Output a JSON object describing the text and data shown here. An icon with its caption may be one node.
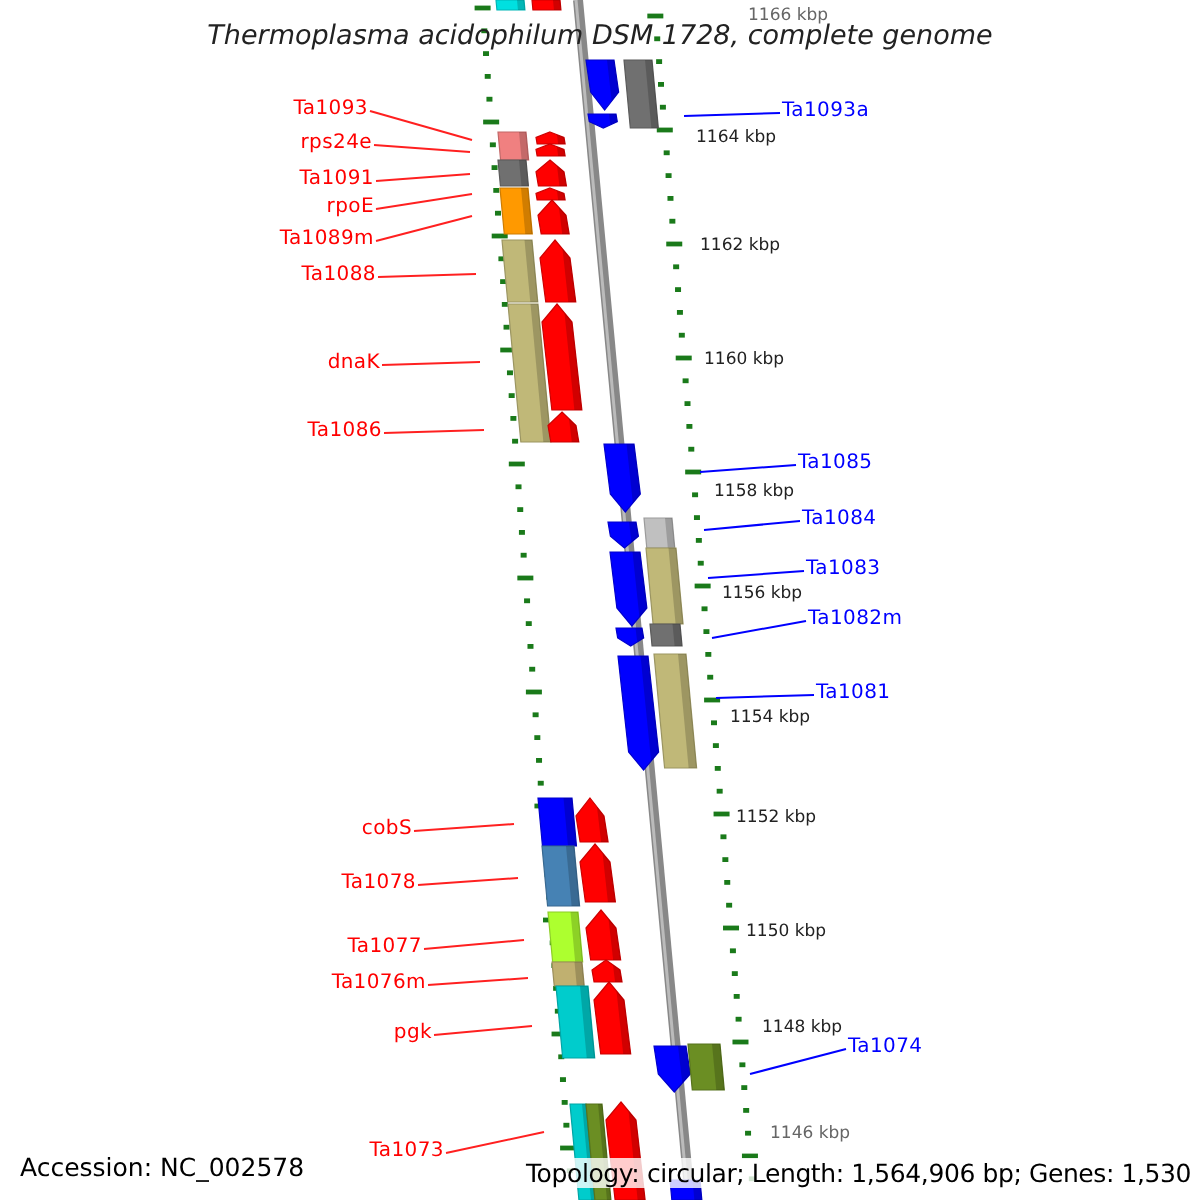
{
  "diagram": {
    "title": "Thermoplasma acidophilum DSM 1728, complete genome",
    "nodes": [
      {
        "text": [
          "Ta1093"
        ]
      },
      {
        "text": [
          "rps24e"
        ]
      },
      {
        "text": [
          "Ta1091"
        ]
      },
      {
        "text": [
          "rpoE"
        ]
      },
      {
        "text": [
          "Ta1089m"
        ]
      },
      {
        "text": [
          "Ta1088"
        ]
      },
      {
        "text": [
          "dnaK"
        ]
      },
      {
        "text": [
          "Ta1086"
        ]
      },
      {
        "text": [
          "cobS"
        ]
      },
      {
        "text": [
          "Ta1078"
        ]
      },
      {
        "text": [
          "Ta1077"
        ]
      },
      {
        "text": [
          "Ta1076m"
        ]
      },
      {
        "text": [
          "pgk"
        ]
      },
      {
        "text": [
          "Ta1073"
        ]
      },
      {
        "text": [
          "Ta1093a"
        ]
      },
      {
        "text": [
          "Ta1085"
        ]
      },
      {
        "text": [
          "Ta1084"
        ]
      },
      {
        "text": [
          "Ta1083"
        ]
      },
      {
        "text": [
          "Ta1082m"
        ]
      },
      {
        "text": [
          "Ta1081"
        ]
      },
      {
        "text": [
          "Ta1074"
        ]
      }
    ],
    "edges": [
      {
        "from": 0,
        "to": null,
        "arrow": "none"
      },
      {
        "from": 1,
        "to": null,
        "arrow": "none"
      },
      {
        "from": 2,
        "to": null,
        "arrow": "none"
      },
      {
        "from": 3,
        "to": null,
        "arrow": "none"
      },
      {
        "from": 4,
        "to": null,
        "arrow": "none"
      },
      {
        "from": 5,
        "to": null,
        "arrow": "none"
      },
      {
        "from": 6,
        "to": null,
        "arrow": "none"
      },
      {
        "from": 7,
        "to": null,
        "arrow": "none"
      },
      {
        "from": 8,
        "to": null,
        "arrow": "none"
      },
      {
        "from": 9,
        "to": null,
        "arrow": "none"
      },
      {
        "from": 10,
        "to": null,
        "arrow": "none"
      },
      {
        "from": 11,
        "to": null,
        "arrow": "none"
      },
      {
        "from": 12,
        "to": null,
        "arrow": "none"
      },
      {
        "from": 13,
        "to": null,
        "arrow": "none"
      },
      {
        "from": 14,
        "to": null,
        "arrow": "none",
        "color": "#0000ff"
      },
      {
        "from": 15,
        "to": null,
        "arrow": "none",
        "color": "#0000ff"
      },
      {
        "from": 16,
        "to": null,
        "arrow": "none",
        "color": "#0000ff"
      },
      {
        "from": 17,
        "to": null,
        "arrow": "none",
        "color": "#0000ff"
      },
      {
        "from": 18,
        "to": null,
        "arrow": "none",
        "color": "#0000ff"
      },
      {
        "from": 19,
        "to": null,
        "arrow": "none",
        "color": "#0000ff"
      },
      {
        "from": 20,
        "to": null,
        "arrow": "none",
        "color": "#0000ff"
      }
    ],
    "labels": [
      "1166 kbp",
      "1164 kbp",
      "1162 kbp",
      "1160 kbp",
      "1158 kbp",
      "1156 kbp",
      "1154 kbp",
      "1152 kbp",
      "1150 kbp",
      "1148 kbp",
      "1146 kbp",
      "Accession: NC_002578",
      "Topology: circular; Length: 1,564,906 bp; Genes: 1,530"
    ]
  }
}
